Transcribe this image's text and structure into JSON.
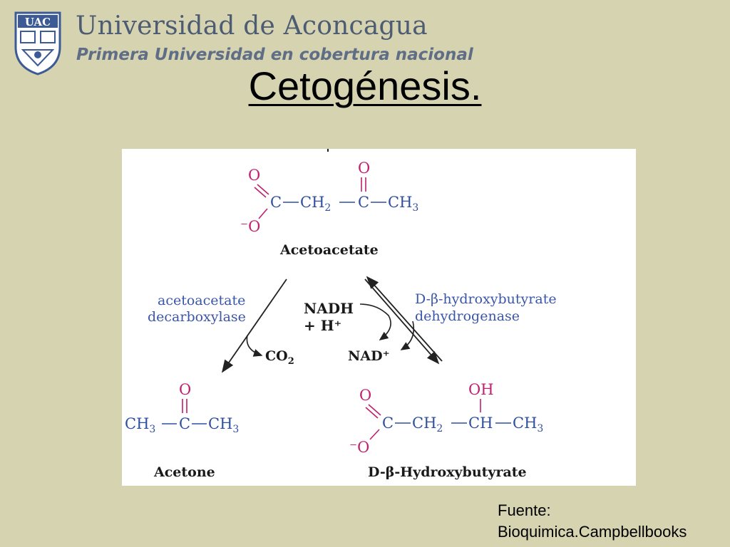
{
  "header": {
    "logo_text": "UAC",
    "university": "Universidad de Aconcagua",
    "tagline": "Primera Universidad en cobertura nacional"
  },
  "slide": {
    "title": "Cetogénesis."
  },
  "diagram": {
    "acetoacetate": {
      "o_top": "O",
      "o_minus": "⁻O",
      "c1": "C",
      "ch2": "CH",
      "ch2_sub": "2",
      "o_keto": "O",
      "c2": "C",
      "ch3": "CH",
      "ch3_sub": "3",
      "name": "Acetoacetate"
    },
    "enzyme_left": {
      "line1": "acetoacetate",
      "line2": "decarboxylase"
    },
    "enzyme_right": {
      "line1": "D-β-hydroxybutyrate",
      "line2": "dehydrogenase"
    },
    "cofactors": {
      "nadh": "NADH",
      "h_plus": "+ H⁺",
      "nad_plus": "NAD⁺",
      "co2": "CO",
      "co2_sub": "2"
    },
    "acetone": {
      "ch3_left": "CH",
      "ch3_left_sub": "3",
      "o": "O",
      "c": "C",
      "ch3_right": "CH",
      "ch3_right_sub": "3",
      "name": "Acetone"
    },
    "hydroxybutyrate": {
      "o_top": "O",
      "o_minus": "⁻O",
      "c1": "C",
      "ch2": "CH",
      "ch2_sub": "2",
      "oh": "OH",
      "ch": "CH",
      "ch3": "CH",
      "ch3_sub": "3",
      "name": "D-β-Hydroxybutyrate"
    }
  },
  "footer": {
    "source_label": "Fuente:",
    "source_value": "Bioquimica.Campbellbooks"
  },
  "colors": {
    "background": "#d6d4b0",
    "carbon_blue": "#2f4ea0",
    "oxygen_magenta": "#c0206e",
    "enzyme_blue": "#3a56a8",
    "text_dark": "#1a1a1a"
  }
}
